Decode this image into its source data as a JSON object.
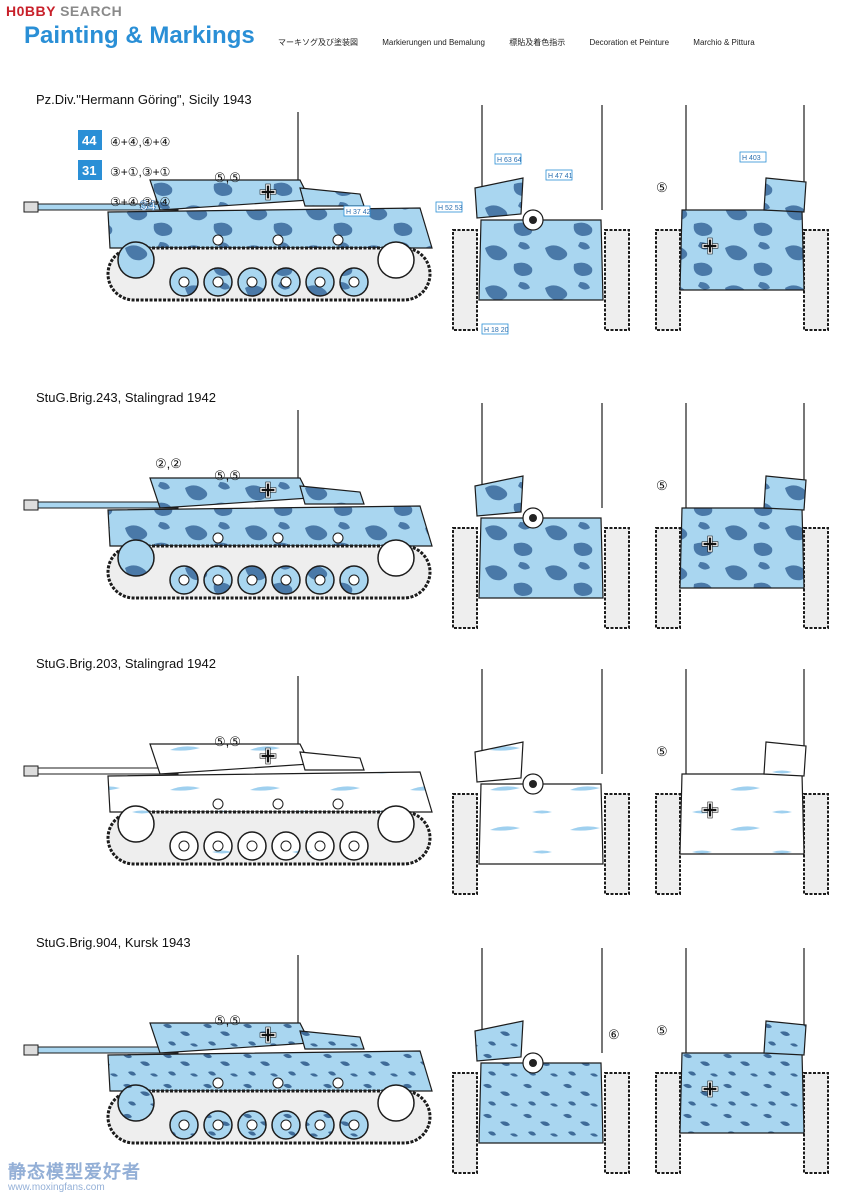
{
  "header": {
    "logo_part1": "H0BBY",
    "logo_part2": "SEARCH",
    "title": "Painting & Markings",
    "subtitles": [
      "マーキソグ及び塗装図",
      "Markierungen und Bemalung",
      "標貼及着色指示",
      "Decoration et Peinture",
      "Marchio & Pittura"
    ]
  },
  "sections": [
    {
      "title": "Pz.Div.\"Hermann Göring\", Sicily 1943",
      "scheme": "blue-camo",
      "callout_side": "⑤,⑤",
      "callout_rear": "⑤",
      "hull_number": "34",
      "decal_box_1": "44",
      "decal_box_2": "31",
      "decal_rows": [
        "④+④,④+④",
        "③+①,③+①",
        "③+④,③+④"
      ],
      "h_labels": [
        "H 37 42",
        "H 52 53",
        "H 63 64",
        "H 47 41",
        "H 18 20",
        "H 403"
      ]
    },
    {
      "title": "StuG.Brig.243, Stalingrad 1942",
      "scheme": "blue-camo",
      "callout_side": "⑤,⑤",
      "callout_left": "②,②",
      "callout_rear": "⑤"
    },
    {
      "title": "StuG.Brig.203, Stalingrad 1942",
      "scheme": "white-wash",
      "callout_side": "⑤,⑤",
      "callout_rear": "⑤"
    },
    {
      "title": "StuG.Brig.904, Kursk 1943",
      "scheme": "dark-camo",
      "callout_side": "⑤,⑤",
      "callout_front": "⑥",
      "callout_rear": "⑤"
    }
  ],
  "watermark": {
    "text": "静态模型爱好者",
    "url": "www.moxingfans.com"
  },
  "colors": {
    "accent": "#2a8fd6",
    "camo_base": "#a9d6f0",
    "camo_dark": "#4a79a8",
    "tank_outline": "#1c1c1c"
  }
}
